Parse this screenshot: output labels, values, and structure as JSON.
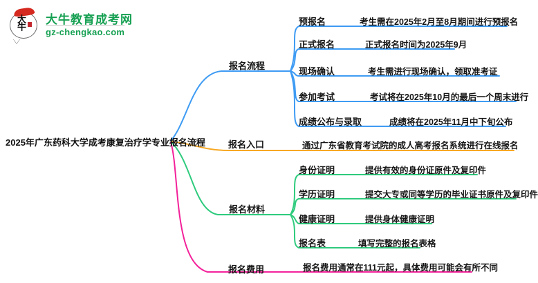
{
  "logo": {
    "icon_text": "大牛",
    "title": "大牛教育成考网",
    "domain": "gz-chengkao.com",
    "brand_color": "#16a052"
  },
  "root": {
    "title": "2025年广东药科大学成考康复治疗学专业报名流程"
  },
  "branches": [
    {
      "label": "报名流程",
      "color": "#3e9bf3",
      "children": [
        {
          "label": "预报名",
          "desc": "考生需在2025年2月至8月期间进行预报名"
        },
        {
          "label": "正式报名",
          "desc": "正式报名时间为2025年9月"
        },
        {
          "label": "现场确认",
          "desc": "考生需进行现场确认，领取准考证"
        },
        {
          "label": "参加考试",
          "desc": "考试将在2025年10月的最后一个周末进行"
        },
        {
          "label": "成绩公布与录取",
          "desc": "成绩将在2025年11月中下旬公布"
        }
      ]
    },
    {
      "label": "报名入口",
      "color": "#f7a824",
      "desc": "通过广东省教育考试院的成人高考报名系统进行在线报名"
    },
    {
      "label": "报名材料",
      "color": "#2ecb7d",
      "children": [
        {
          "label": "身份证明",
          "desc": "提供有效的身份证原件及复印件"
        },
        {
          "label": "学历证明",
          "desc": "提交大专或同等学历的毕业证书原件及复印件"
        },
        {
          "label": "健康证明",
          "desc": "提供身体健康证明"
        },
        {
          "label": "报名表",
          "desc": "填写完整的报名表格"
        }
      ]
    },
    {
      "label": "报名费用",
      "color": "#f3219a",
      "desc": "报名费用通常在111元起，具体费用可能会有所不同"
    }
  ]
}
